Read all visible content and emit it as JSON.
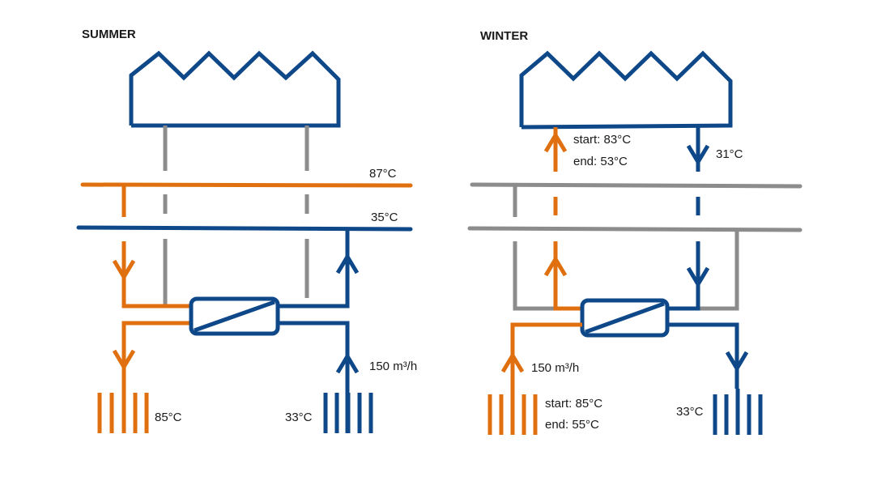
{
  "summer": {
    "title": "SUMMER",
    "upper_temp": "87°C",
    "lower_temp": "35°C",
    "flow": "150 m³/h",
    "hot_temp": "85°C",
    "cold_temp": "33°C"
  },
  "winter": {
    "title": "WINTER",
    "collector_return_start": "start: 83°C",
    "collector_return_end": "end: 53°C",
    "collector_supply": "31°C",
    "flow": "150 m³/h",
    "hot_start": "start: 85°C",
    "hot_end": "end: 55°C",
    "cold_temp": "33°C"
  },
  "colors": {
    "orange": "#E0700F",
    "blue": "#0F4889",
    "gray": "#8C8C8C"
  }
}
